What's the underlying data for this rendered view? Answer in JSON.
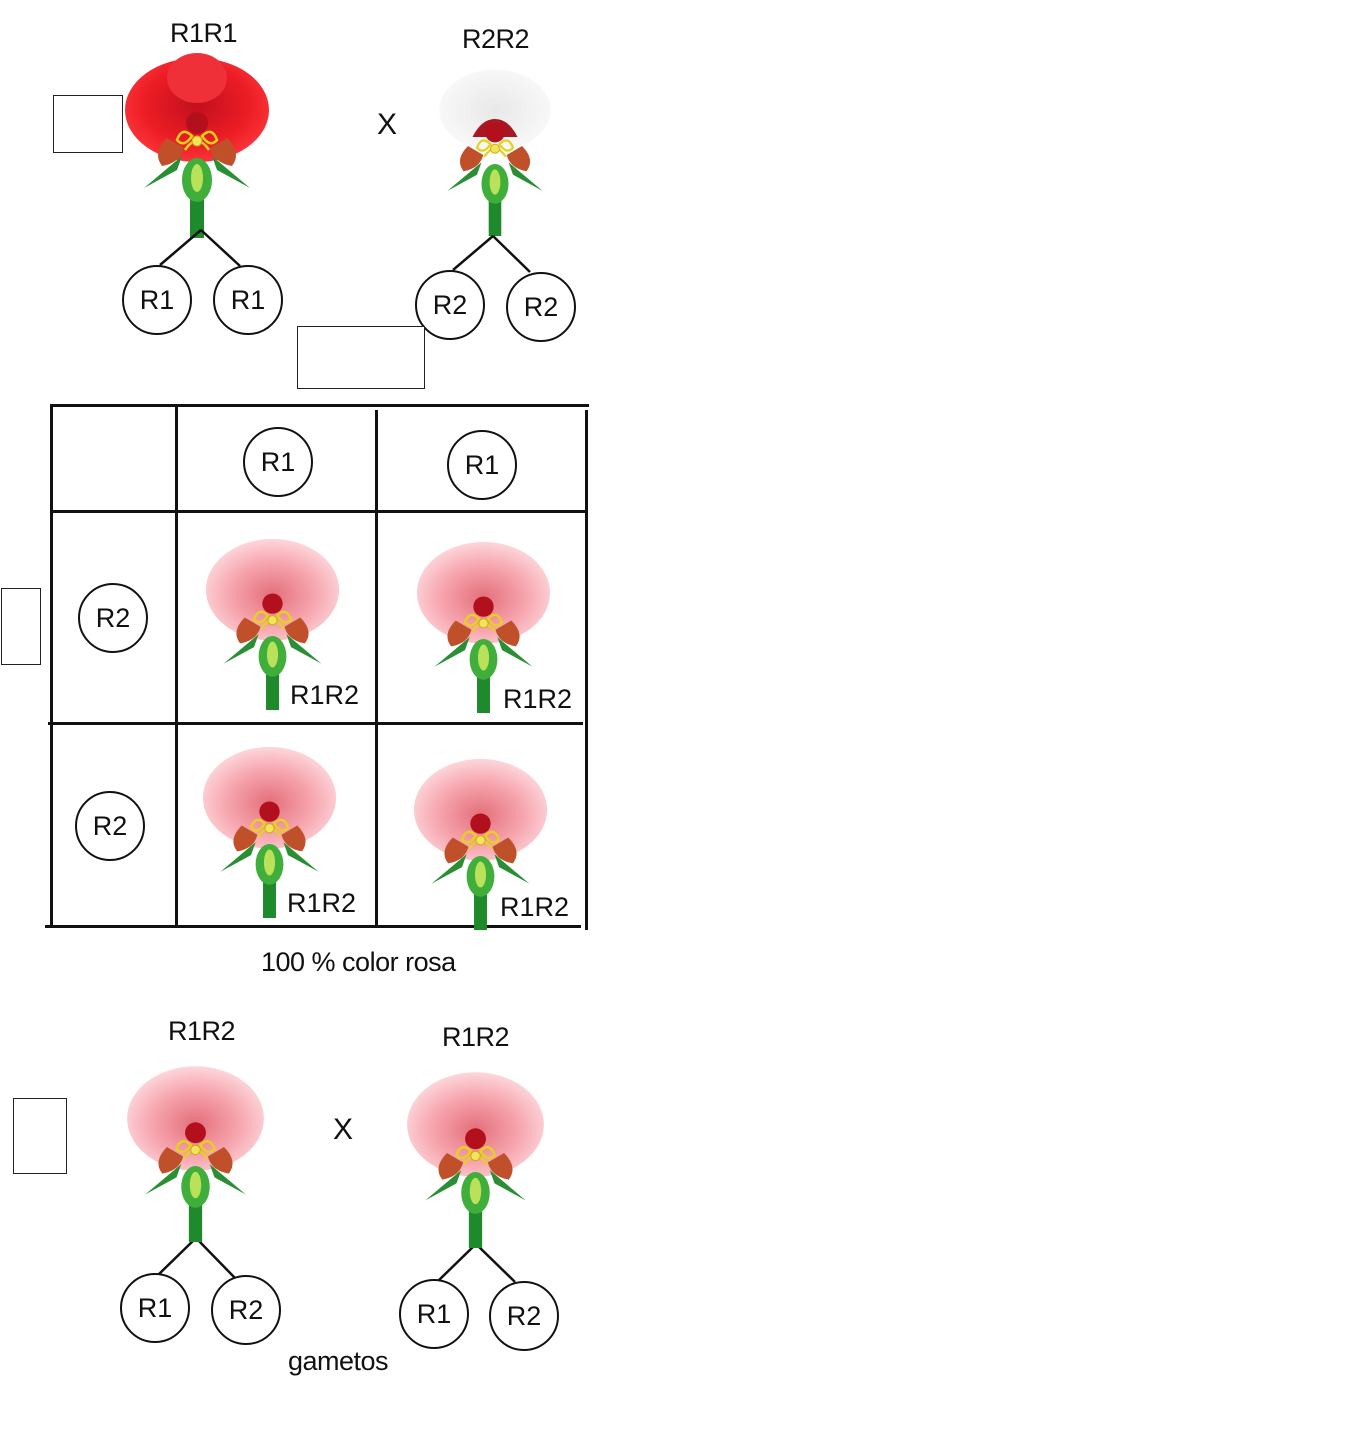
{
  "parents": {
    "p1_genotype": "R1R1",
    "p2_genotype": "R2R2",
    "cross_symbol": "X",
    "p1_gametes": [
      "R1",
      "R1"
    ],
    "p2_gametes": [
      "R2",
      "R2"
    ],
    "p1_color": "#e8202a",
    "p2_color": "#f0f0f0"
  },
  "punnett": {
    "col_headers": [
      "R1",
      "R1"
    ],
    "row_headers": [
      "R2",
      "R2"
    ],
    "cells": [
      [
        "R1R2",
        "R1R2"
      ],
      [
        "R1R2",
        "R1R2"
      ]
    ],
    "cell_color": "#f5a9b0"
  },
  "result_text": "100 % color rosa",
  "f1_cross": {
    "left_genotype": "R1R2",
    "right_genotype": "R1R2",
    "cross_symbol": "X",
    "left_gametes": [
      "R1",
      "R2"
    ],
    "right_gametes": [
      "R1",
      "R2"
    ],
    "gametes_label": "gametos"
  }
}
